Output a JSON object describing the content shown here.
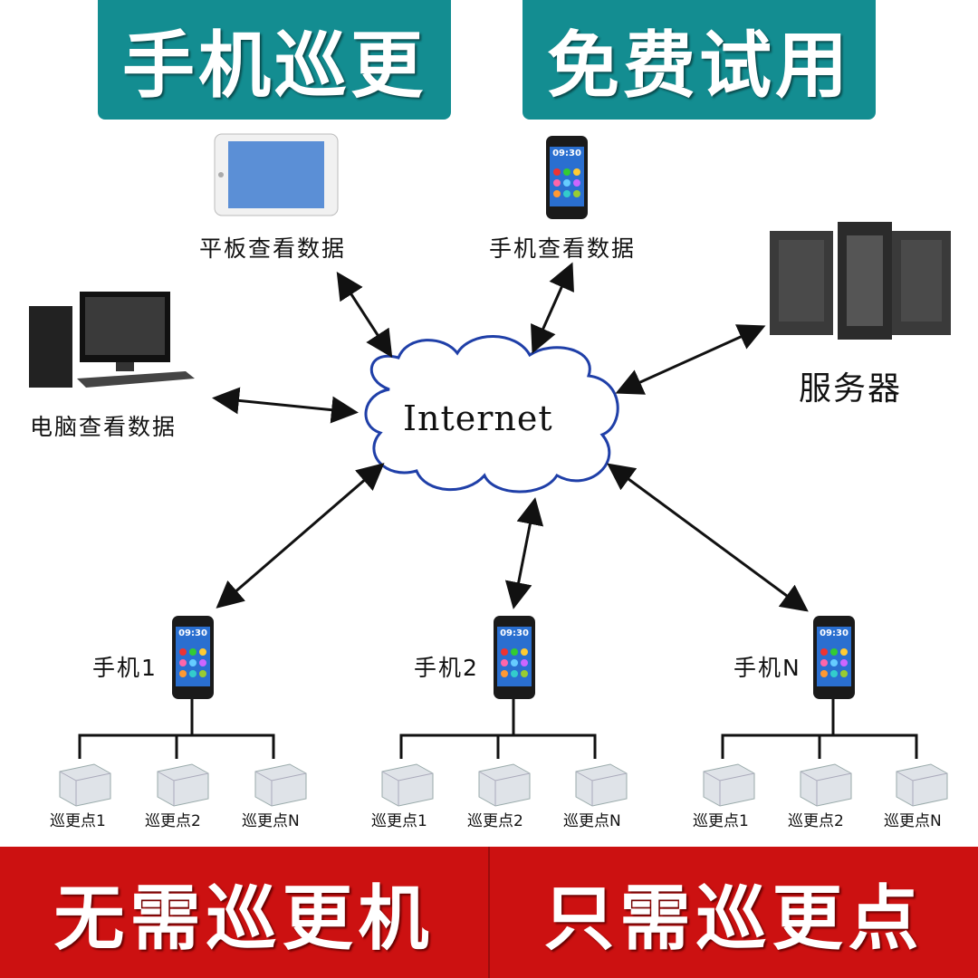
{
  "top_banners": [
    "手机巡更",
    "免费试用"
  ],
  "bottom_banners": [
    "无需巡更机",
    "只需巡更点"
  ],
  "devices": {
    "tablet": "平板查看数据",
    "phone": "手机查看数据",
    "server": "服务器",
    "pc": "电脑查看数据"
  },
  "cloud_label": "Internet",
  "phone_screen_time": "09:30",
  "groups": [
    {
      "phone": "手机1",
      "points": [
        "巡更点1",
        "巡更点2",
        "巡更点N"
      ]
    },
    {
      "phone": "手机2",
      "points": [
        "巡更点1",
        "巡更点2",
        "巡更点N"
      ]
    },
    {
      "phone": "手机N",
      "points": [
        "巡更点1",
        "巡更点2",
        "巡更点N"
      ]
    }
  ],
  "colors": {
    "teal": "#138d91",
    "red": "#cc1111",
    "cloud_stroke": "#1f3fa8"
  }
}
